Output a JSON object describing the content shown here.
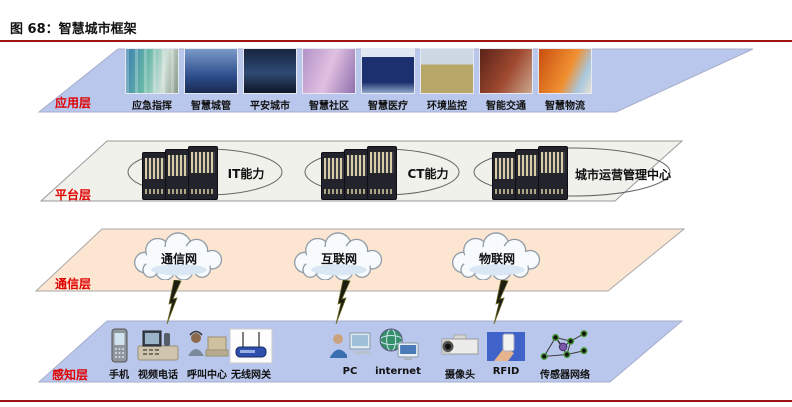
{
  "figure": {
    "title": "图 68：智慧城市框架"
  },
  "colors": {
    "rule_red": "#9e1313",
    "layer_label_red": "#e00000",
    "application_fill": "#b9c7ec",
    "platform_fill": "#f0f1ea",
    "communication_fill": "#fce6d2",
    "perception_fill": "#b9c7ec"
  },
  "layers": {
    "application": {
      "name": "应用层",
      "items": [
        {
          "label": "应急指挥",
          "icon": "emergency-command-photo"
        },
        {
          "label": "智慧城管",
          "icon": "city-management-photo"
        },
        {
          "label": "平安城市",
          "icon": "safe-city-photo"
        },
        {
          "label": "智慧社区",
          "icon": "smart-community-photo"
        },
        {
          "label": "智慧医疗",
          "icon": "smart-healthcare-photo"
        },
        {
          "label": "环境监控",
          "icon": "environment-monitoring-photo"
        },
        {
          "label": "智能交通",
          "icon": "smart-transport-photo"
        },
        {
          "label": "智慧物流",
          "icon": "smart-logistics-photo"
        }
      ]
    },
    "platform": {
      "name": "平台层",
      "groups": [
        {
          "label": "IT能力",
          "icon": "server-rack-icon"
        },
        {
          "label": "CT能力",
          "icon": "server-rack-icon"
        },
        {
          "label": "城市运营管理中心",
          "icon": "server-rack-icon"
        }
      ]
    },
    "communication": {
      "name": "通信层",
      "clouds": [
        {
          "label": "通信网"
        },
        {
          "label": "互联网"
        },
        {
          "label": "物联网"
        }
      ]
    },
    "perception": {
      "name": "感知层",
      "items": [
        {
          "label": "手机",
          "icon": "mobile-phone-icon"
        },
        {
          "label": "视频电话",
          "icon": "video-phone-icon"
        },
        {
          "label": "呼叫中心",
          "icon": "call-center-icon"
        },
        {
          "label": "无线网关",
          "icon": "wireless-gateway-icon"
        },
        {
          "label": "PC",
          "icon": "pc-icon"
        },
        {
          "label": "internet",
          "icon": "internet-globe-icon"
        },
        {
          "label": "摄像头",
          "icon": "camera-icon"
        },
        {
          "label": "RFID",
          "icon": "rfid-icon"
        },
        {
          "label": "传感器网络",
          "icon": "sensor-network-icon"
        }
      ]
    }
  }
}
